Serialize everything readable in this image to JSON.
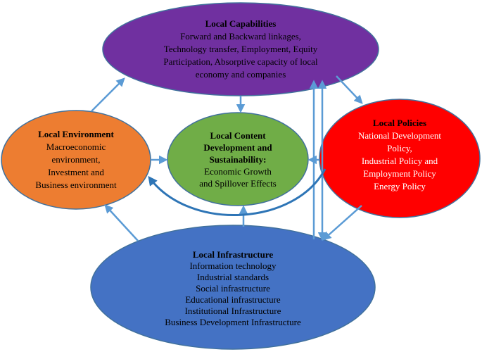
{
  "diagram": {
    "capabilities": {
      "title": "Local Capabilities",
      "lines": [
        "Forward and Backward linkages,",
        "Technology transfer, Employment, Equity",
        "Participation, Absorptive capacity of local",
        "economy and companies"
      ],
      "fill": "#7030a0"
    },
    "environment": {
      "title": "Local Environment",
      "lines": [
        "Macroeconomic",
        "environment,",
        "Investment and",
        "Business environment"
      ],
      "fill": "#ed7d31"
    },
    "center": {
      "title_lines": [
        "Local Content",
        "Development and",
        "Sustainability:"
      ],
      "lines": [
        "Economic Growth",
        "and Spillover Effects"
      ],
      "fill": "#70ad47"
    },
    "policies": {
      "title": "Local Policies",
      "lines": [
        "National Development",
        "Policy,",
        "Industrial Policy and",
        "Employment Policy",
        "Energy Policy"
      ],
      "fill": "#ff0000"
    },
    "infrastructure": {
      "title": "Local Infrastructure",
      "lines": [
        "Information technology",
        "Industrial standards",
        "Social infrastructure",
        "Educational infrastructure",
        "Institutional Infrastructure",
        "Business Development Infrastructure"
      ],
      "fill": "#4472c4"
    },
    "colors": {
      "arrow": "#5b9bd5",
      "curved_arrow": "#2e75b6",
      "ellipse_outline": "#41719c"
    }
  }
}
